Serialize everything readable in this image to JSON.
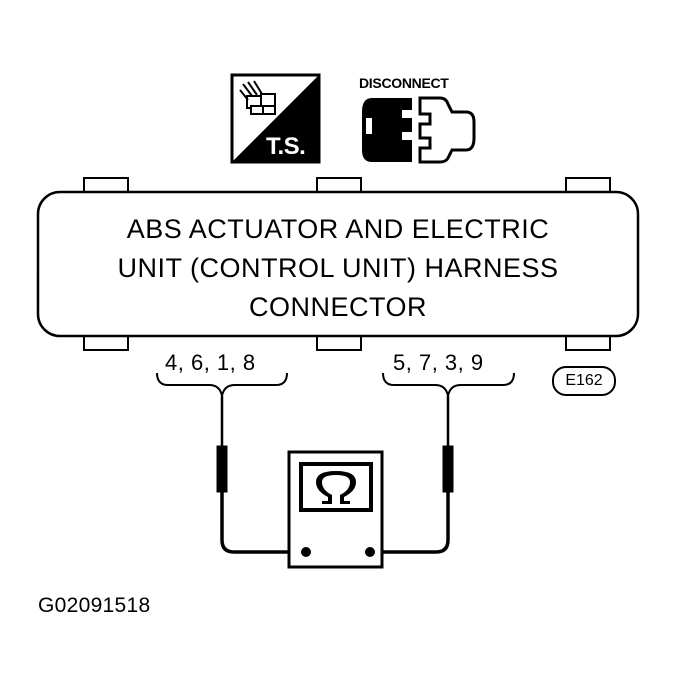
{
  "icons": {
    "ts_icon": {
      "name": "ts-tester-icon",
      "label": "T.S."
    },
    "disconnect_icon": {
      "name": "disconnect-connector-icon",
      "label": "DISCONNECT"
    },
    "meter_icon": {
      "name": "ohmmeter-icon",
      "symbol": "Ω"
    }
  },
  "connector": {
    "title_lines": [
      "ABS ACTUATOR AND ELECTRIC",
      "UNIT (CONTROL UNIT) HARNESS",
      "CONNECTOR"
    ],
    "terminals_left": "4, 6, 1, 8",
    "terminals_right": "5, 7, 3, 9",
    "connector_code": "E162"
  },
  "figure_id": "G02091518",
  "colors": {
    "ink": "#000000",
    "paper": "#ffffff"
  }
}
